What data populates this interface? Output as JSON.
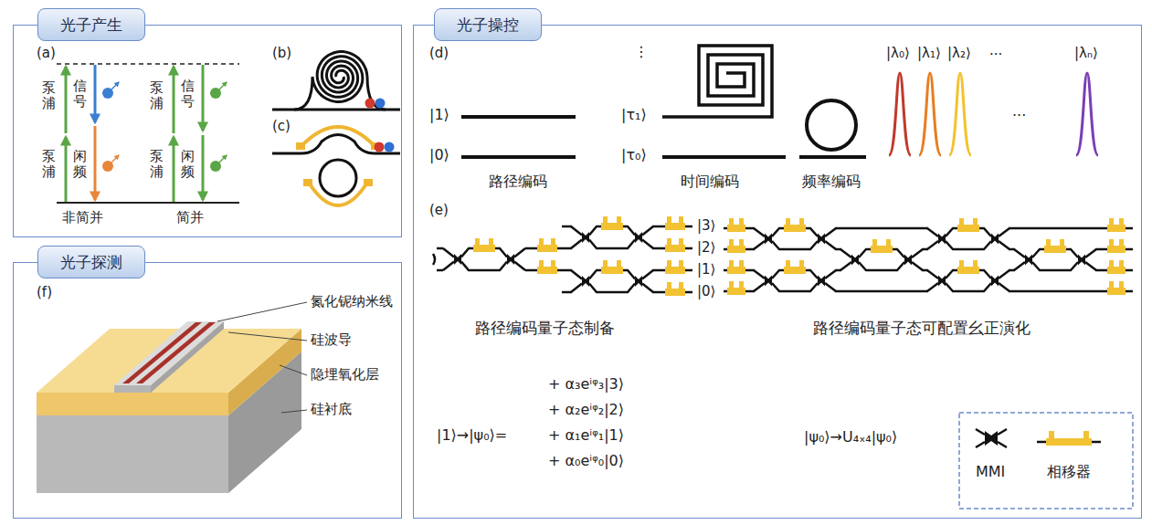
{
  "diagram": {
    "nodes": [
      {
        "text": [
          "光子产生"
        ]
      },
      {
        "text": [
          "光子操控"
        ]
      },
      {
        "text": [
          "光子探测"
        ]
      }
    ],
    "labels": [
      "(a)",
      "泵浦",
      "信号",
      "泵浦",
      "闲频",
      "泵浦",
      "信号",
      "泵浦",
      "闲频",
      "非简并",
      "简并",
      "(b)",
      "(c)",
      "(d)",
      "|1⟩",
      "|0⟩",
      "⋮",
      "|τ₁⟩",
      "|τ₀⟩",
      "路径编码",
      "时间编码",
      "频率编码",
      "|λ₀⟩",
      "|λ₁⟩",
      "|λ₂⟩",
      "···",
      "|λₙ⟩",
      "···",
      "(e)",
      "|3⟩",
      "|2⟩",
      "|1⟩",
      "|0⟩",
      "路径编码量子态制备",
      "路径编码量子态可配置幺正演化",
      "+ α₃eⁱᵠ₃|3⟩",
      "+ α₂eⁱᵠ₂|2⟩",
      "|1⟩→|ψ₀⟩=",
      "+ α₁eⁱᵠ₁|1⟩",
      "+ α₀eⁱᵠ₀|0⟩",
      "|ψ₀⟩→U₄ₓ₄|ψ₀⟩",
      "(f)",
      "氮化铌纳米线",
      "硅波导",
      "隐埋氧化层",
      "硅衬底"
    ],
    "legend": [
      {
        "text": "MMI"
      },
      {
        "text": "相移器"
      }
    ]
  }
}
